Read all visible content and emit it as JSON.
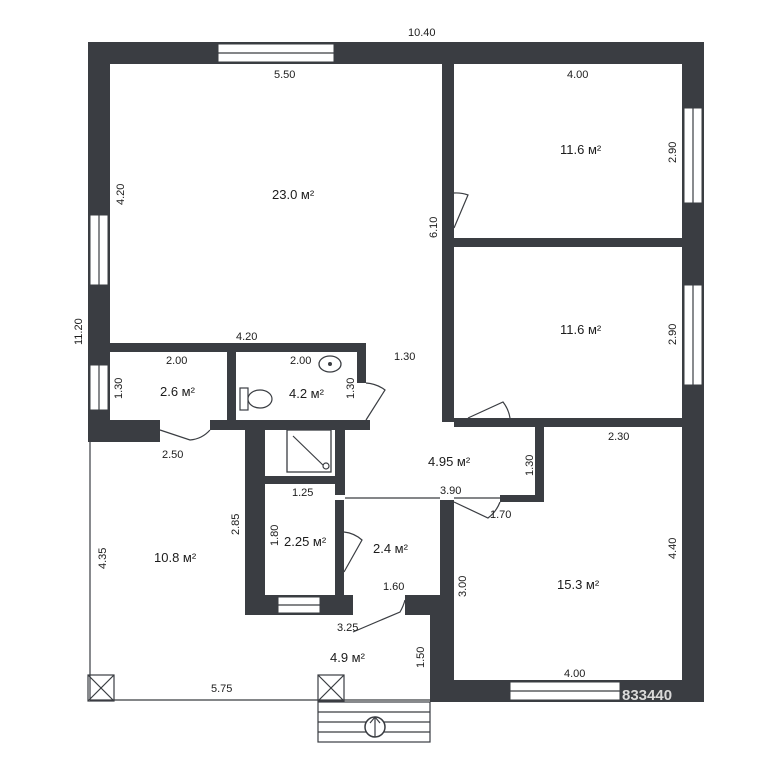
{
  "plan": {
    "dimensions": {
      "top_overall": "10.40",
      "top_left_room": "5.50",
      "top_right_room": "4.00",
      "left_overall": "11.20",
      "left_upper": "4.20",
      "right_top_room": "2.90",
      "right_mid_room": "2.90",
      "corridor_vertical": "6.10",
      "living_bottom": "4.20",
      "small_room_width": "2.00",
      "bath_width": "2.00",
      "small_room_height": "1.30",
      "bath_height": "1.30",
      "hall_height": "1.30",
      "hall_small_height": "1.30",
      "left_door_width": "2.50",
      "shower_block_width": "1.25",
      "hall_width": "3.90",
      "right_bottom_top": "2.30",
      "right_bottom_door": "1.70",
      "stair_room_height": "2.85",
      "storage_height": "1.80",
      "wc_width": "1.60",
      "terrace_height": "4.35",
      "right_bottom_height": "4.40",
      "right_bottom_wall": "3.00",
      "entrance_width": "3.25",
      "entrance_height": "1.50",
      "terrace_width": "5.75",
      "right_bottom_bottom": "4.00"
    },
    "areas": {
      "living": "23.0 м²",
      "bedroom_1": "11.6 м²",
      "bedroom_2": "11.6 м²",
      "pantry": "2.6 м²",
      "bathroom": "4.2 м²",
      "hall": "4.95 м²",
      "terrace": "10.8 м²",
      "storage": "2.25 м²",
      "wc": "2.4 м²",
      "bedroom_3": "15.3 м²",
      "entrance": "4.9 м²"
    },
    "watermark": "833440"
  }
}
